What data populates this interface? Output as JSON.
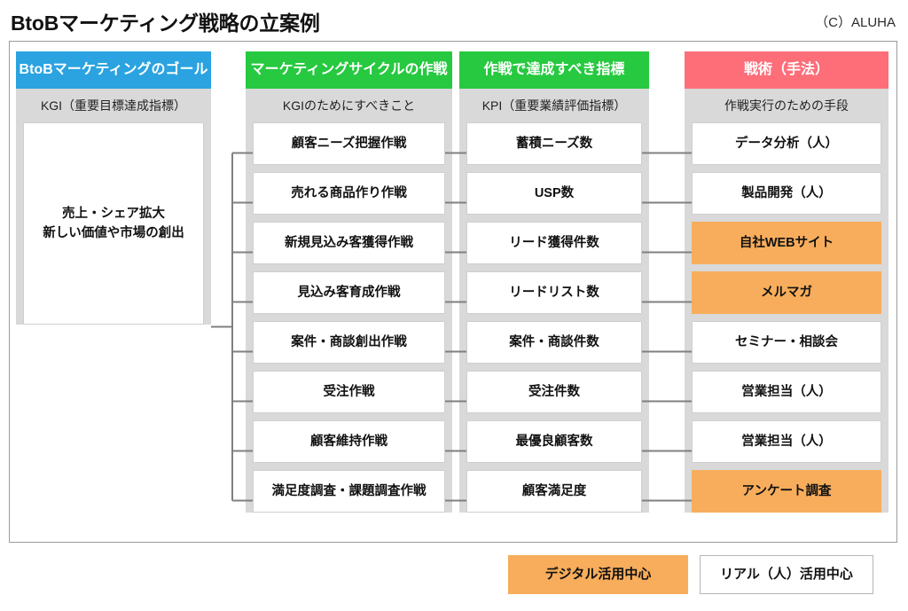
{
  "page_title": "BtoBマーケティング戦略の立案例",
  "copyright": "（C）ALUHA",
  "colors": {
    "goal_header": "#2aa3e0",
    "strategy_header": "#26c93f",
    "kpi_header": "#26c93f",
    "tactics_header": "#fd6e79",
    "panel_bg": "#d9d9d9",
    "highlight_orange": "#f8ad5c",
    "frame_border": "#9b9b9b"
  },
  "columns": [
    {
      "id": "goal",
      "header": "BtoBマーケティングのゴール",
      "subtitle": "KGI（重要目標達成指標）",
      "goal_lines": [
        "売上・シェア拡大",
        "新しい価値や市場の創出"
      ]
    },
    {
      "id": "strategy",
      "header": "マーケティングサイクルの作戦",
      "subtitle": "KGIのためにすべきこと",
      "items": [
        {
          "label": "顧客ニーズ把握作戦",
          "highlight": false
        },
        {
          "label": "売れる商品作り作戦",
          "highlight": false
        },
        {
          "label": "新規見込み客獲得作戦",
          "highlight": false
        },
        {
          "label": "見込み客育成作戦",
          "highlight": false
        },
        {
          "label": "案件・商談創出作戦",
          "highlight": false
        },
        {
          "label": "受注作戦",
          "highlight": false
        },
        {
          "label": "顧客維持作戦",
          "highlight": false
        },
        {
          "label": "満足度調査・課題調査作戦",
          "highlight": false
        }
      ]
    },
    {
      "id": "kpi",
      "header": "作戦で達成すべき指標",
      "subtitle": "KPI（重要業績評価指標）",
      "items": [
        {
          "label": "蓄積ニーズ数",
          "highlight": false
        },
        {
          "label": "USP数",
          "highlight": false
        },
        {
          "label": "リード獲得件数",
          "highlight": false
        },
        {
          "label": "リードリスト数",
          "highlight": false
        },
        {
          "label": "案件・商談件数",
          "highlight": false
        },
        {
          "label": "受注件数",
          "highlight": false
        },
        {
          "label": "最優良顧客数",
          "highlight": false
        },
        {
          "label": "顧客満足度",
          "highlight": false
        }
      ]
    },
    {
      "id": "tactics",
      "header": "戦術（手法）",
      "subtitle": "作戦実行のための手段",
      "items": [
        {
          "label": "データ分析（人）",
          "highlight": false
        },
        {
          "label": "製品開発（人）",
          "highlight": false
        },
        {
          "label": "自社WEBサイト",
          "highlight": true
        },
        {
          "label": "メルマガ",
          "highlight": true
        },
        {
          "label": "セミナー・相談会",
          "highlight": false
        },
        {
          "label": "営業担当（人）",
          "highlight": false
        },
        {
          "label": "営業担当（人）",
          "highlight": false
        },
        {
          "label": "アンケート調査",
          "highlight": true
        }
      ]
    }
  ],
  "legend": {
    "digital": "デジタル活用中心",
    "real": "リアル（人）活用中心"
  }
}
